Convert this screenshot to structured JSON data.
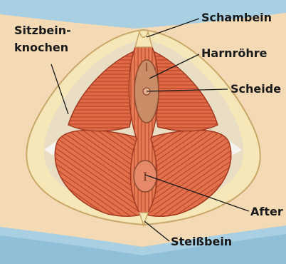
{
  "labels": {
    "sitzbein_line1": "Sitzbein-",
    "sitzbein_line2": "knochen",
    "schambein": "Schambein",
    "harnroehre": "Harnröhre",
    "scheide": "Scheide",
    "after": "After",
    "steissbein": "Steißbein"
  },
  "colors": {
    "background": "#f3d9b4",
    "water": "#a9cfe3",
    "bone": "#f5e7b8",
    "bone_outline": "#c9a86a",
    "muscle": "#df6a45",
    "muscle_dark": "#b9452a",
    "muscle_light": "#f0a27f",
    "canal": "#c98c66"
  }
}
